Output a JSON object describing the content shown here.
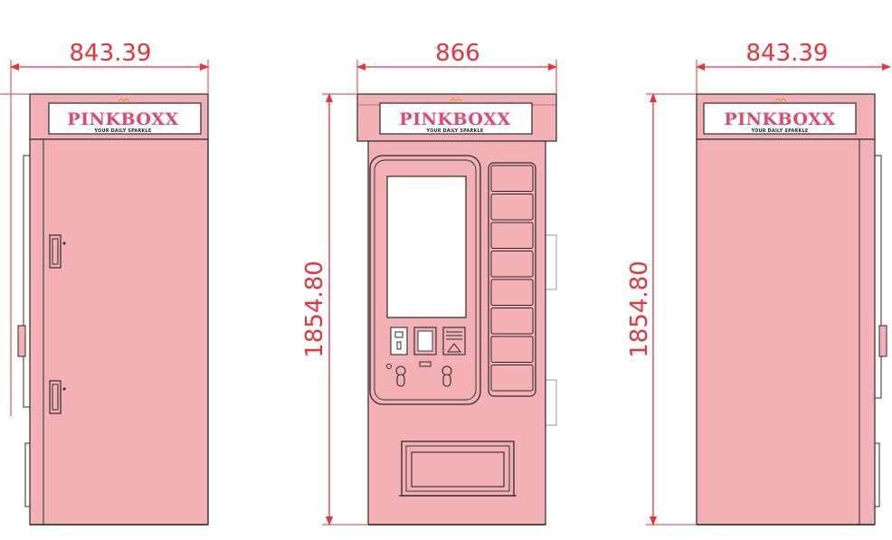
{
  "brand": {
    "name": "PINKBOXX",
    "tagline": "YOUR DAILY SPARKLE"
  },
  "dimensions": {
    "left_width": "843.39",
    "front_width": "866",
    "right_width": "843.39",
    "front_height": "1854.80",
    "right_height": "1854.80"
  },
  "colors": {
    "cabinet": "#f3b1b6",
    "outline": "#2a2a2a",
    "dimension": "#e8323c",
    "brand": "#e0496d"
  }
}
